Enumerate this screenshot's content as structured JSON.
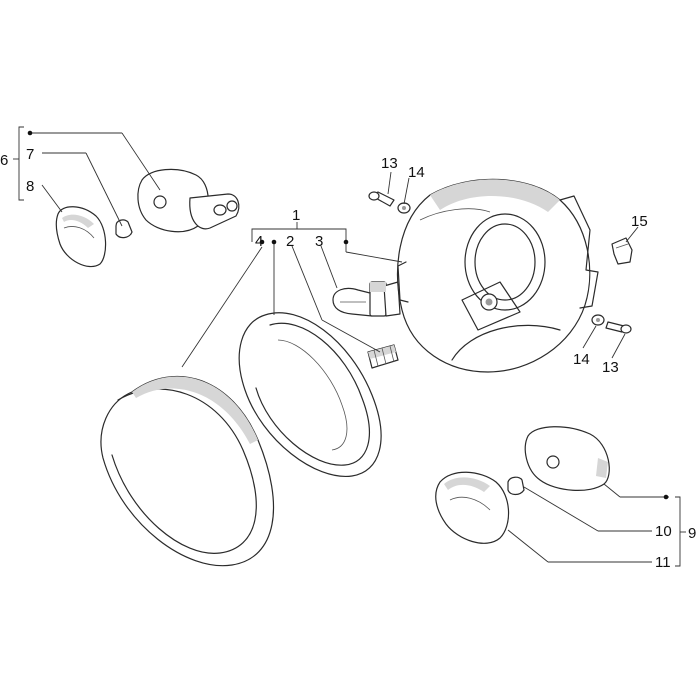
{
  "callouts": {
    "c1": "1",
    "c2": "2",
    "c3": "3",
    "c4": "4",
    "c6": "6",
    "c7": "7",
    "c8": "8",
    "c9": "9",
    "c10": "10",
    "c11": "11",
    "c13a": "13",
    "c14a": "14",
    "c15": "15",
    "c14b": "14",
    "c13b": "13"
  }
}
